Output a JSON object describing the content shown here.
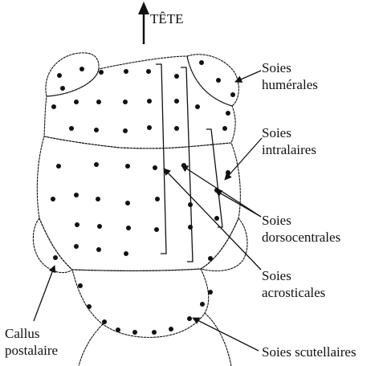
{
  "direction": {
    "label": "TÊTE"
  },
  "labels": {
    "humerales": {
      "line1": "Soies",
      "line2": "humérales"
    },
    "intralaires": {
      "line1": "Soies",
      "line2": "intralaires"
    },
    "dorsocentrales": {
      "line1": "Soies",
      "line2": "dorsocentrales"
    },
    "acrosticales": {
      "line1": "Soies",
      "line2": "acrosticales"
    },
    "callus": {
      "line1": "Callus",
      "line2": "postalaire"
    },
    "scutellaires": {
      "line1": "Soies scutellaires"
    }
  },
  "colors": {
    "ink": "#111111",
    "background": "#ffffff"
  }
}
